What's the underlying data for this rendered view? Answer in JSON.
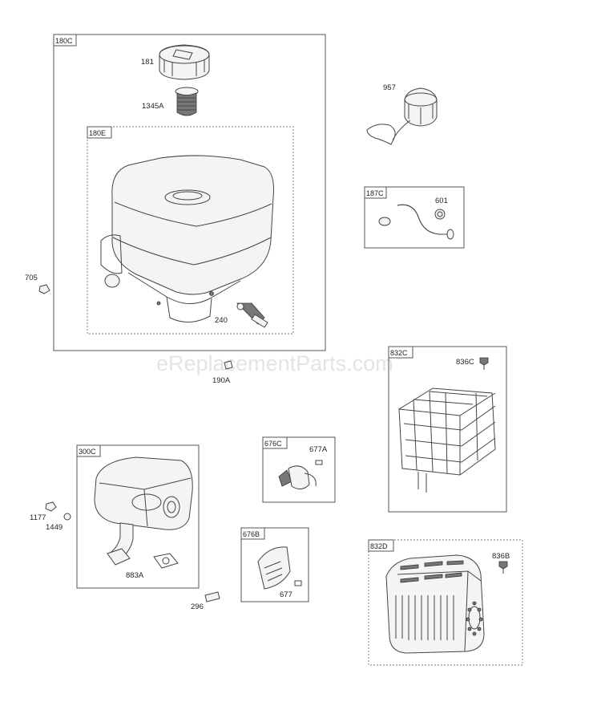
{
  "watermark": "eReplacementParts.com",
  "groups": {
    "g180C": "180C",
    "g180E": "180E",
    "g187C": "187C",
    "g832C": "832C",
    "g300C": "300C",
    "g676C": "676C",
    "g676B": "676B",
    "g832D": "832D"
  },
  "parts": {
    "p181": "181",
    "p1345A": "1345A",
    "p957": "957",
    "p601": "601",
    "p705": "705",
    "p240": "240",
    "p190A": "190A",
    "p836C": "836C",
    "p677A": "677A",
    "p1177": "1177",
    "p1449": "1449",
    "p883A": "883A",
    "p296": "296",
    "p677": "677",
    "p836B": "836B"
  }
}
